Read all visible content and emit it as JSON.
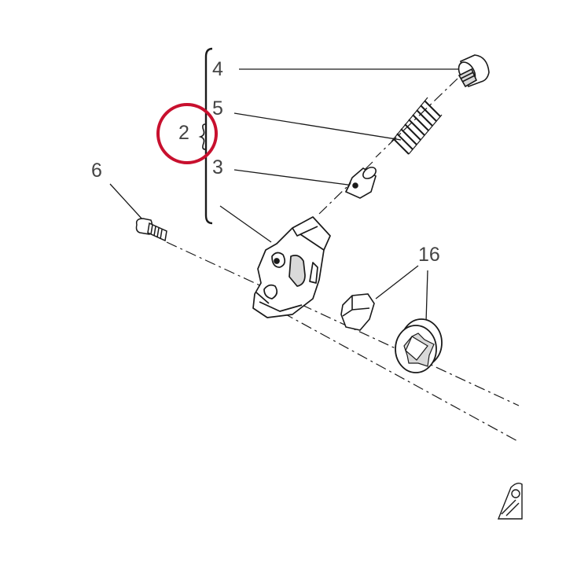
{
  "callouts": {
    "c2": "2",
    "c3": "3",
    "c4": "4",
    "c5": "5",
    "c6": "6",
    "c16": "16"
  },
  "colors": {
    "line": "#1a1a1a",
    "text": "#444444",
    "highlight_circle": "#c8102e",
    "part_fill": "#ffffff",
    "part_shade": "#d9d9d9"
  }
}
